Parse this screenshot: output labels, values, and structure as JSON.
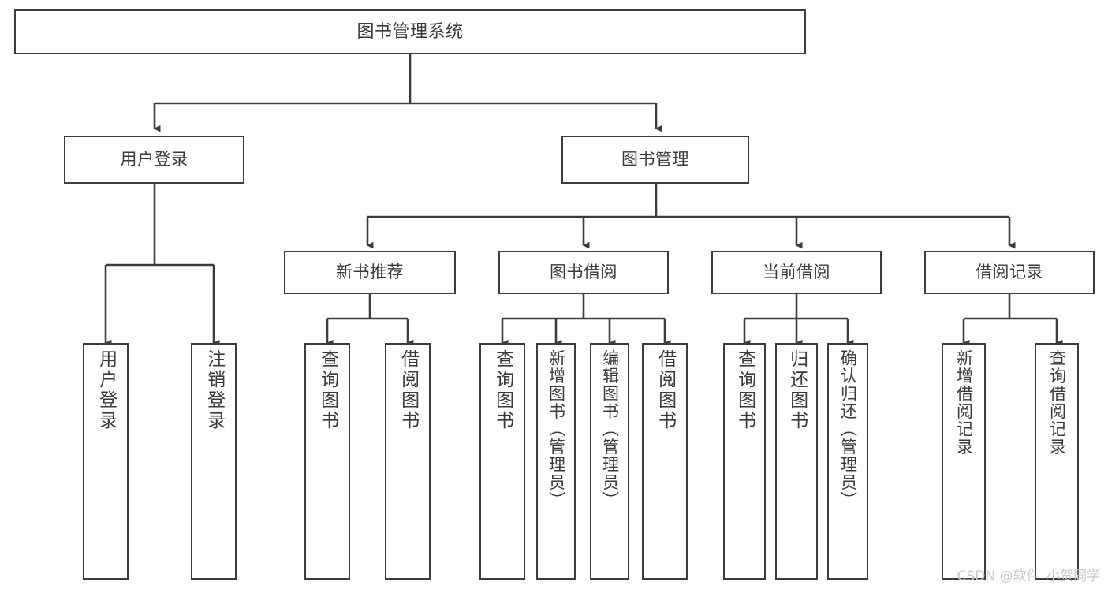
{
  "diagram": {
    "title": "图书管理系统",
    "type": "tree",
    "watermark": "CSDN @软件_小贺同学",
    "colors": {
      "background": "#ffffff",
      "box_border": "#3c3c3c",
      "box_fill": "#ffffff",
      "text": "#3a3a3a",
      "edge": "#3c3c3c",
      "watermark": "#c9c9c9"
    },
    "nodes": {
      "root": {
        "label": "图书管理系统"
      },
      "level2": [
        {
          "id": "user-login",
          "label": "用户登录"
        },
        {
          "id": "book-manage",
          "label": "图书管理"
        }
      ],
      "level3": [
        {
          "id": "new-book-rec",
          "label": "新书推荐"
        },
        {
          "id": "book-borrow",
          "label": "图书借阅"
        },
        {
          "id": "current-borrow",
          "label": "当前借阅"
        },
        {
          "id": "borrow-record",
          "label": "借阅记录"
        }
      ],
      "leaves": {
        "user-login": [
          {
            "id": "leaf-user-login",
            "label": "用户登录"
          },
          {
            "id": "leaf-user-logout",
            "label": "注销登录"
          }
        ],
        "new-book-rec": [
          {
            "id": "leaf-query-book-1",
            "label": "查询图书"
          },
          {
            "id": "leaf-borrow-book-1",
            "label": "借阅图书"
          }
        ],
        "book-borrow": [
          {
            "id": "leaf-query-book-2",
            "label": "查询图书"
          },
          {
            "id": "leaf-add-book",
            "label": "新增图书（管理员）"
          },
          {
            "id": "leaf-edit-book",
            "label": "编辑图书（管理员）"
          },
          {
            "id": "leaf-borrow-book-2",
            "label": "借阅图书"
          }
        ],
        "current-borrow": [
          {
            "id": "leaf-query-book-3",
            "label": "查询图书"
          },
          {
            "id": "leaf-return-book",
            "label": "归还图书"
          },
          {
            "id": "leaf-confirm-return",
            "label": "确认归还（管理员）"
          }
        ],
        "borrow-record": [
          {
            "id": "leaf-add-record",
            "label": "新增借阅记录"
          },
          {
            "id": "leaf-query-record",
            "label": "查询借阅记录"
          }
        ]
      }
    }
  }
}
